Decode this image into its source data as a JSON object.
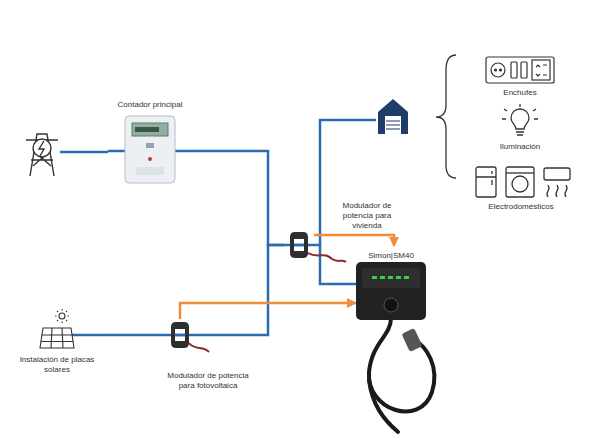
{
  "diagram": {
    "nodes": [
      {
        "text": [
          "Contador principal"
        ]
      },
      {
        "text": [
          "Enchufes"
        ]
      },
      {
        "text": [
          "Iluminación"
        ]
      },
      {
        "text": [
          "Electrodomésticos"
        ]
      },
      {
        "text": [
          "Modulador de potencia para vivienda"
        ]
      },
      {
        "text": [
          "Simon|SM40"
        ]
      },
      {
        "text": [
          "Instalación de placas solares"
        ]
      },
      {
        "text": [
          "Modulador de potencia para fotovoltaica"
        ]
      }
    ],
    "edges": [
      {
        "from": 0,
        "to": 4,
        "arrow": "none"
      },
      {
        "from": 6,
        "to": 7,
        "arrow": "none"
      },
      {
        "from": 7,
        "to": 4,
        "arrow": "none"
      },
      {
        "from": 4,
        "to": 5,
        "arrow": "none"
      },
      {
        "from": 4,
        "to": 5,
        "arrow": "to"
      },
      {
        "from": 7,
        "to": 5,
        "arrow": "to"
      }
    ]
  }
}
